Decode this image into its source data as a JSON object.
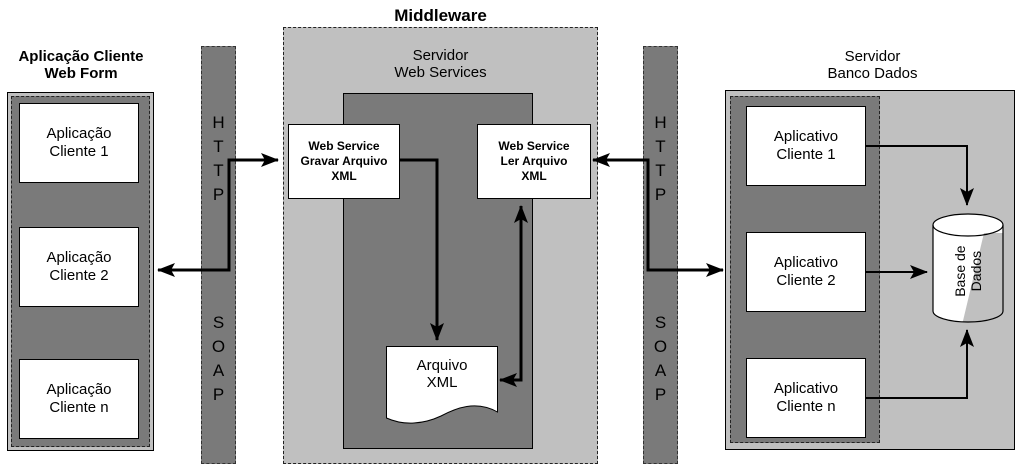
{
  "middleware_title": "Middleware",
  "client_panel": {
    "title": "Aplicação Cliente\nWeb Form",
    "items": [
      "Aplicação\nCliente 1",
      "Aplicação\nCliente 2",
      "Aplicação\nCliente n"
    ]
  },
  "protocol_left": {
    "top": [
      "H",
      "T",
      "T",
      "P"
    ],
    "bottom": [
      "S",
      "O",
      "A",
      "P"
    ]
  },
  "protocol_right": {
    "top": [
      "H",
      "T",
      "T",
      "P"
    ],
    "bottom": [
      "S",
      "O",
      "A",
      "P"
    ]
  },
  "web_services_server": {
    "title": "Servidor\nWeb Services",
    "ws_write": "Web Service\nGravar Arquivo\nXML",
    "ws_read": "Web Service\nLer Arquivo\nXML",
    "xml_file": "Arquivo\nXML"
  },
  "db_server": {
    "title": "Servidor\nBanco Dados",
    "items": [
      "Aplicativo\nCliente 1",
      "Aplicativo\nCliente 2",
      "Aplicativo\nCliente n"
    ],
    "database": "Base de\nDados"
  },
  "colors": {
    "dark_gray": "#7a7a7a",
    "light_gray": "#c0c0c0",
    "white": "#ffffff"
  }
}
